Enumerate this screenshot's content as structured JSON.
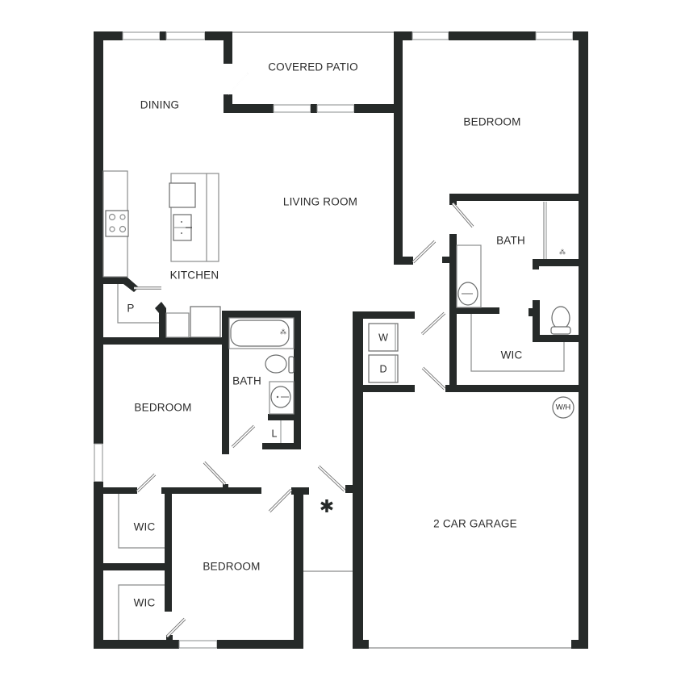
{
  "plan": {
    "colors": {
      "wall": "#262a29",
      "background": "#ffffff",
      "fixture": "#6a6c6c",
      "text": "#2a2a2a"
    },
    "rooms": {
      "covered_patio": "COVERED PATIO",
      "dining": "DINING",
      "living_room": "LIVING ROOM",
      "kitchen": "KITCHEN",
      "pantry": "P",
      "bedroom_master": "BEDROOM",
      "bath_master": "BATH",
      "wic_master": "WIC",
      "washer": "W",
      "dryer": "D",
      "bath_hall": "BATH",
      "linen": "L",
      "bedroom_2": "BEDROOM",
      "bedroom_3": "BEDROOM",
      "wic_2": "WIC",
      "wic_3": "WIC",
      "garage": "2 CAR GARAGE",
      "water_heater": "W/H",
      "attic_access": "✱"
    }
  }
}
